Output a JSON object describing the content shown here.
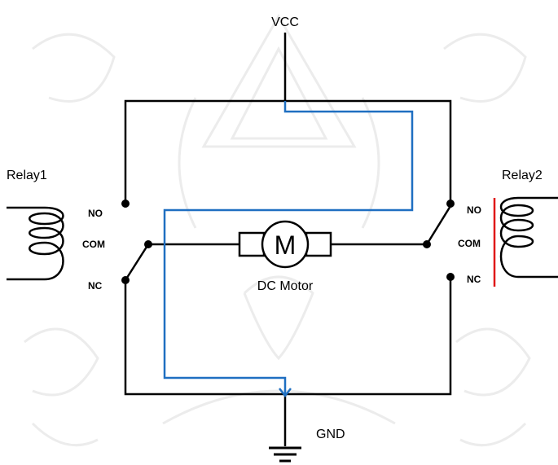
{
  "diagram": {
    "vcc_label": "VCC",
    "gnd_label": "GND",
    "motor_symbol": "M",
    "motor_label": "DC Motor",
    "relay1": {
      "name": "Relay1",
      "no": "NO",
      "com": "COM",
      "nc": "NC"
    },
    "relay2": {
      "name": "Relay2",
      "no": "NO",
      "com": "COM",
      "nc": "NC"
    }
  },
  "colors": {
    "wire": "#000000",
    "current_path": "#1f6fc1",
    "indicator": "#e01818",
    "watermark": "#ececec"
  },
  "icons": [
    "coil-icon",
    "motor-icon",
    "ground-icon",
    "arrow-down-icon"
  ]
}
